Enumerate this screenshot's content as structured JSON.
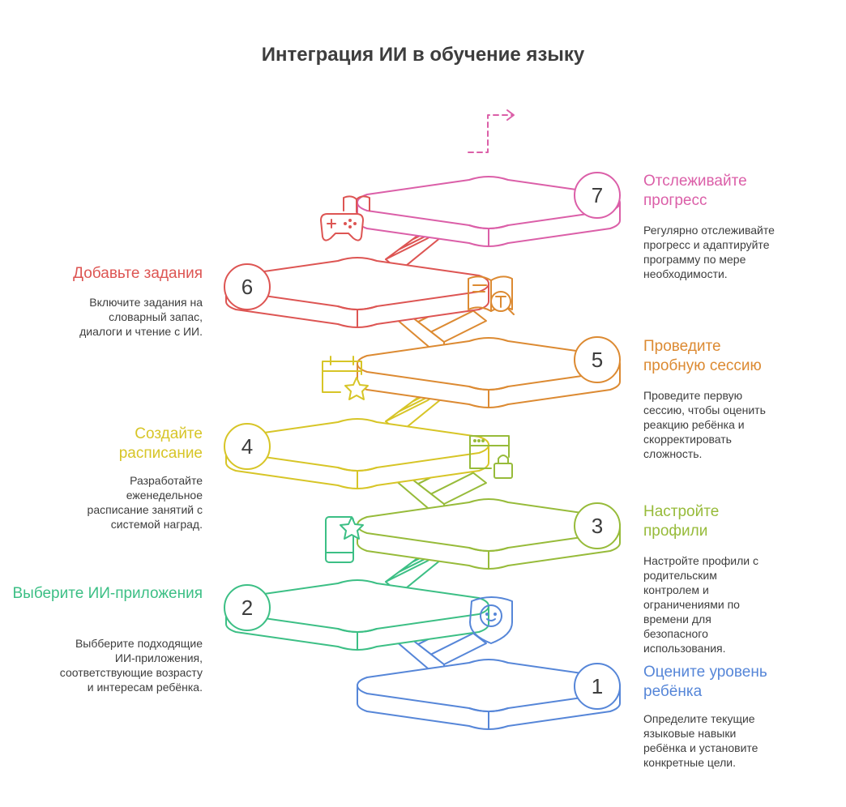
{
  "title": "Интеграция ИИ в обучение языку",
  "colors": {
    "step1": "#5686d8",
    "step2": "#3cbf85",
    "step3": "#97bb3a",
    "step4": "#d7c527",
    "step5": "#dc8a32",
    "step6": "#dd5553",
    "step7": "#db5fa8"
  },
  "steps": [
    {
      "number": "1",
      "heading": "Оцените уровень ребёнка",
      "description": "Определите текущие языковые навыки ребёнка и установите конкретные цели.",
      "icon": "child-face-icon"
    },
    {
      "number": "2",
      "heading": "Выберите ИИ-приложения",
      "description": "Выбберите подходящие ИИ-приложения, соответствующие возрасту и интересам ребёнка.",
      "icon": "phone-star-icon"
    },
    {
      "number": "3",
      "heading": "Настройте профили",
      "description": "Настройте профили с родительским контролем и ограничениями по времени для безопасного использования.",
      "icon": "browser-lock-icon"
    },
    {
      "number": "4",
      "heading": "Создайте расписание",
      "description": "Разработайте еженедельное расписание занятий с системой наград.",
      "icon": "calendar-star-icon"
    },
    {
      "number": "5",
      "heading": "Проведите пробную сессию",
      "description": "Проведите первую сессию, чтобы оценить реакцию ребёнка и скорректировать сложность.",
      "icon": "book-search-icon"
    },
    {
      "number": "6",
      "heading": "Добавьте задания",
      "description": "Включите задания на словарный запас, диалоги и чтение с ИИ.",
      "icon": "gamepad-book-icon"
    },
    {
      "number": "7",
      "heading": "Отслеживайте прогресс",
      "description": "Регулярно отслеживайте прогресс и адаптируйте программу по мере необходимости.",
      "icon": "dashed-arrow-icon"
    }
  ]
}
